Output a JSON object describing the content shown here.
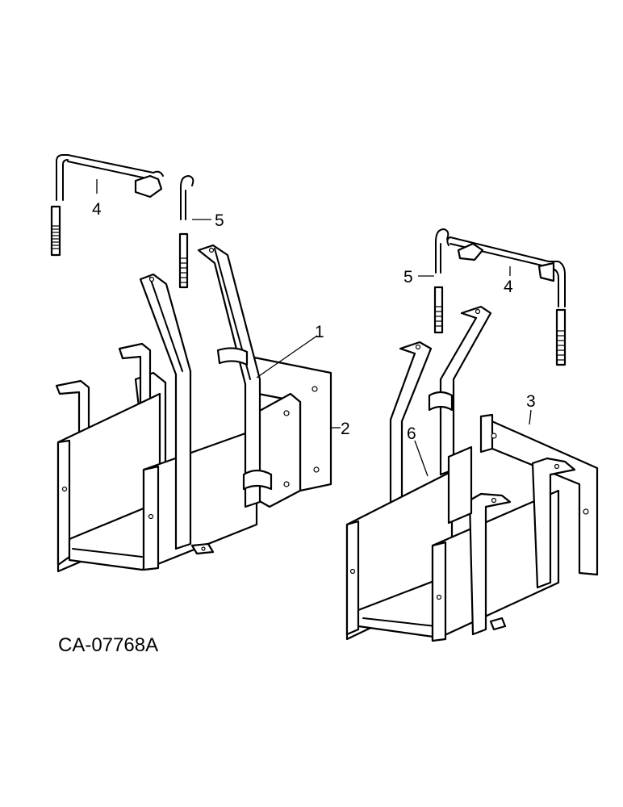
{
  "figure": {
    "code": "CA-07768A",
    "callouts": {
      "left_hold_down_clamp": "4",
      "left_hook_bolt": "5",
      "left_battery_tray": "1",
      "left_tray_bracket": "2",
      "right_hook_bolt": "5",
      "right_hold_down_clamp": "4",
      "right_tray_bracket": "3",
      "right_battery_tray": "6"
    }
  }
}
